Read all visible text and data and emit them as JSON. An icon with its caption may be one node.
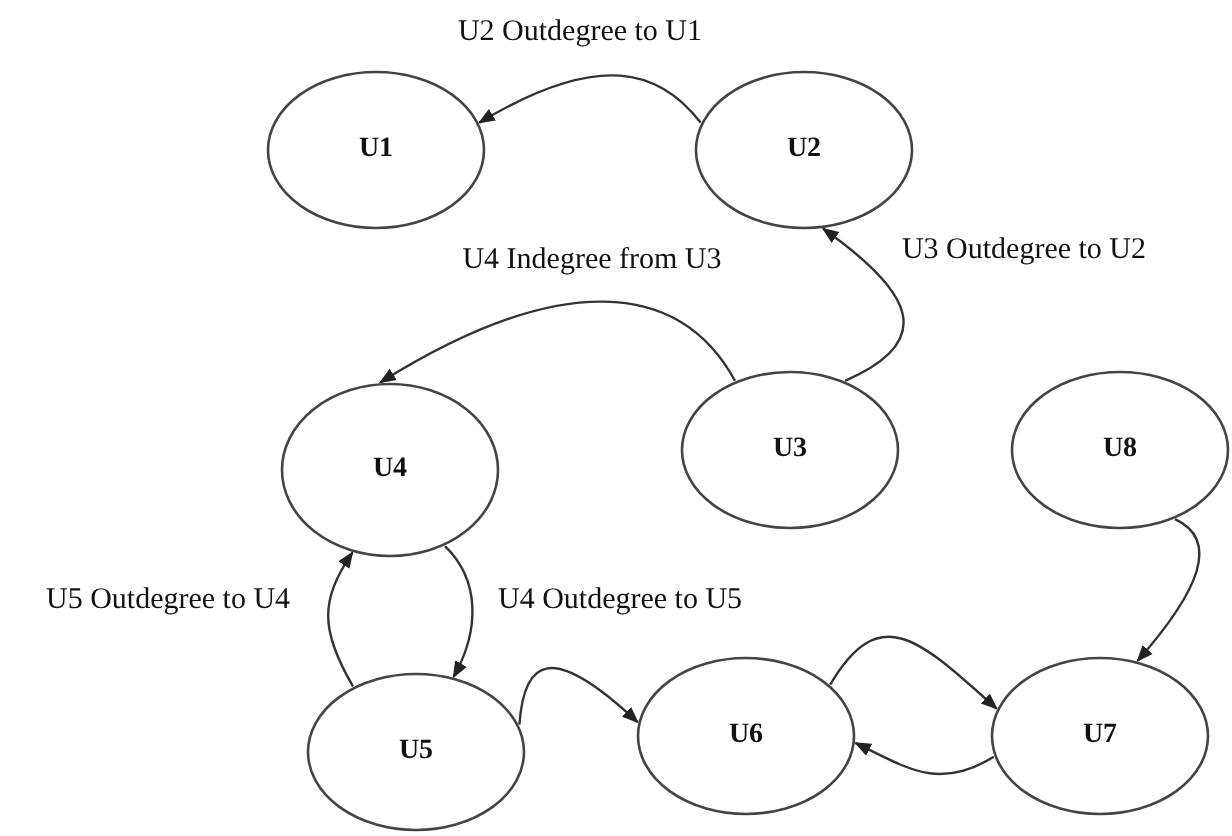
{
  "diagram": {
    "nodes": [
      {
        "text": [
          "U1"
        ]
      },
      {
        "text": [
          "U2"
        ]
      },
      {
        "text": [
          "U3"
        ]
      },
      {
        "text": [
          "U4"
        ]
      },
      {
        "text": [
          "U5"
        ]
      },
      {
        "text": [
          "U6"
        ]
      },
      {
        "text": [
          "U7"
        ]
      },
      {
        "text": [
          "U8"
        ]
      }
    ],
    "edges": [
      {
        "from": 1,
        "to": 0,
        "arrow": "to",
        "label": "U2 Outdegree to U1"
      },
      {
        "from": 2,
        "to": 1,
        "arrow": "to",
        "label": "U3 Outdegree to U2"
      },
      {
        "from": 2,
        "to": 3,
        "arrow": "to",
        "label": "U4 Indegree from U3"
      },
      {
        "from": 4,
        "to": 3,
        "arrow": "to",
        "label": "U5 Outdegree to U4"
      },
      {
        "from": 3,
        "to": 4,
        "arrow": "to",
        "label": "U4 Outdegree to U5"
      },
      {
        "from": 4,
        "to": 5,
        "arrow": "to"
      },
      {
        "from": 5,
        "to": 6,
        "arrow": "to"
      },
      {
        "from": 6,
        "to": 5,
        "arrow": "to"
      },
      {
        "from": 7,
        "to": 6,
        "arrow": "to"
      }
    ]
  }
}
